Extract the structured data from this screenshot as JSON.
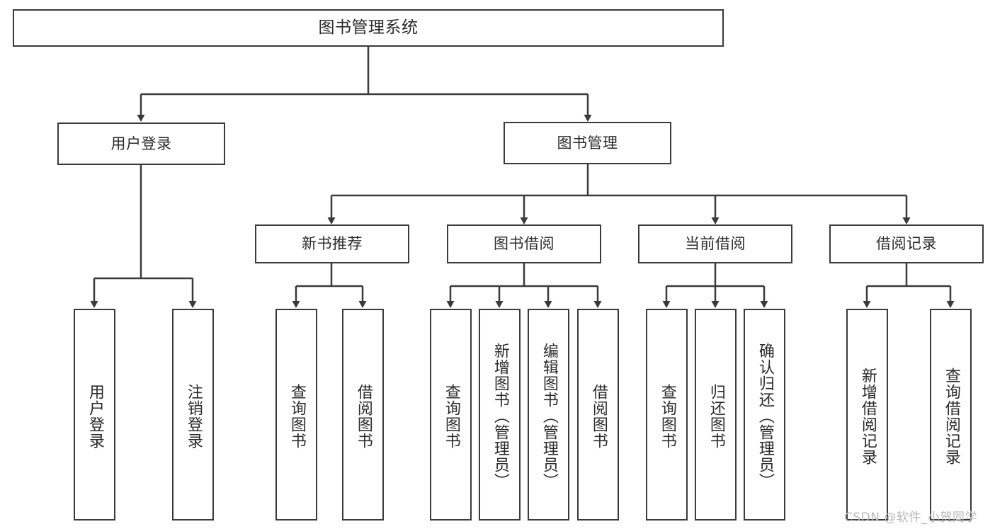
{
  "diagram": {
    "title": "图书管理系统",
    "type": "tree",
    "root": {
      "label": "图书管理系统"
    },
    "level2": [
      {
        "label": "用户登录"
      },
      {
        "label": "图书管理"
      }
    ],
    "level3": [
      {
        "label": "新书推荐"
      },
      {
        "label": "图书借阅"
      },
      {
        "label": "当前借阅"
      },
      {
        "label": "借阅记录"
      }
    ],
    "leaves": {
      "user_login": [
        "用户登录",
        "注销登录"
      ],
      "new_book": [
        "查询图书",
        "借阅图书"
      ],
      "book_borrow": [
        "查询图书",
        "新增图书（管理员）",
        "编辑图书（管理员）",
        "借阅图书"
      ],
      "current_borrow": [
        "查询图书",
        "归还图书",
        "确认归还（管理员）"
      ],
      "borrow_record": [
        "新增借阅记录",
        "查询借阅记录"
      ]
    },
    "colors": {
      "stroke": "#3a3a3a",
      "fill": "#ffffff",
      "text": "#2b2b2b",
      "watermark": "#b9b9b9"
    }
  },
  "watermark": {
    "text": "CSDN @软件_小贺同学"
  }
}
